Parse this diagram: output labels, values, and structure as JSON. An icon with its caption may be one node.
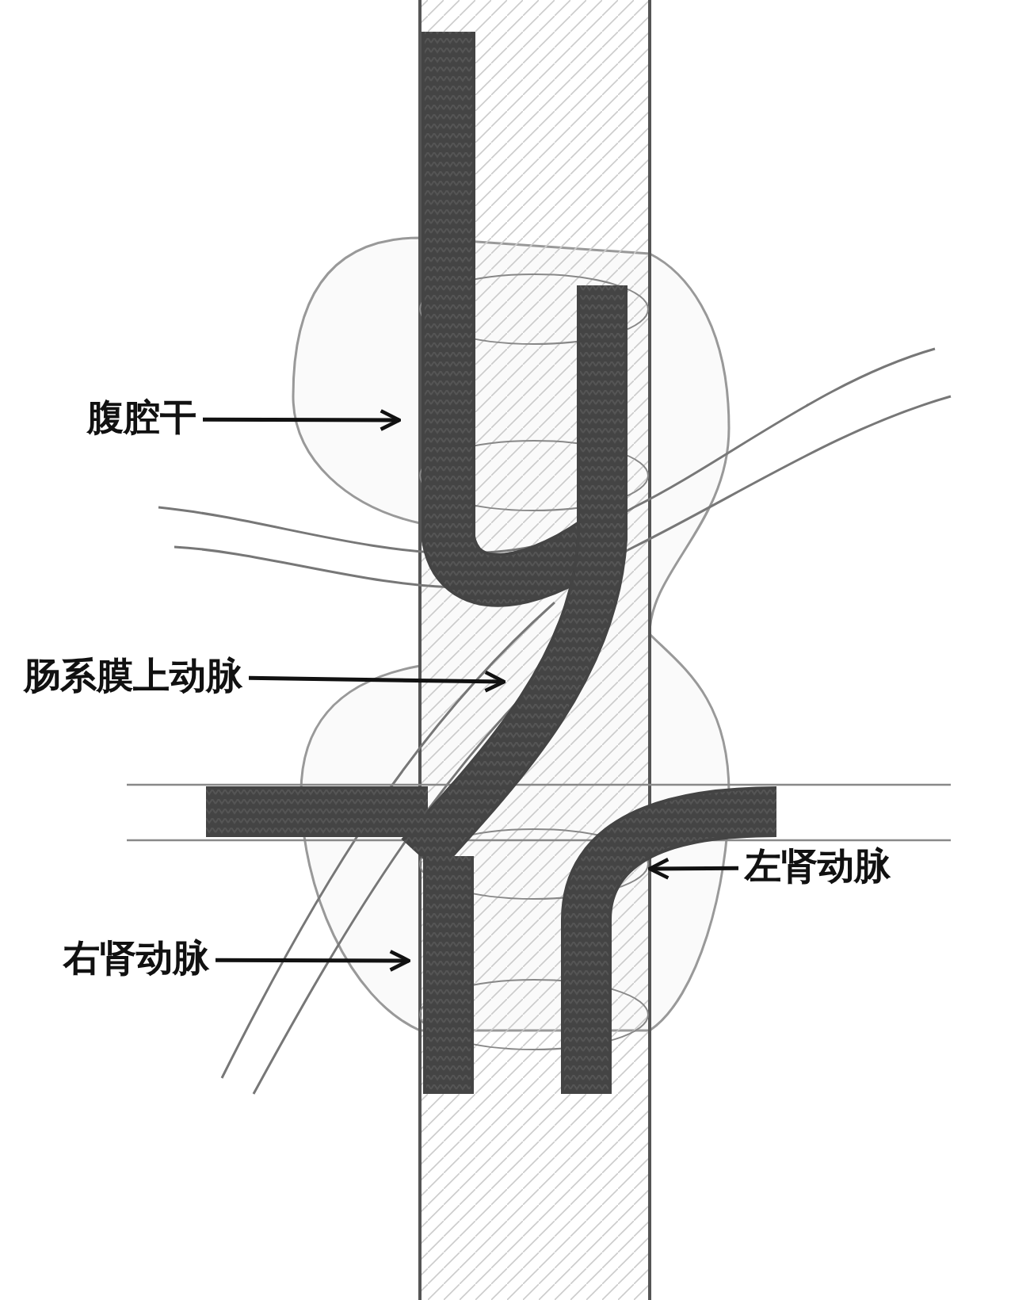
{
  "diagram": {
    "nodes": [
      {
        "text": [
          "腹腔干"
        ]
      },
      {
        "text": [
          "肠系膜上动脉"
        ]
      },
      {
        "text": [
          "左肾动脉"
        ]
      },
      {
        "text": [
          "右肾动脉"
        ]
      }
    ],
    "edges": [
      {
        "from": 0,
        "to": null,
        "arrow": "to"
      },
      {
        "from": 1,
        "to": null,
        "arrow": "to"
      },
      {
        "from": 2,
        "to": null,
        "arrow": "to"
      },
      {
        "from": 3,
        "to": null,
        "arrow": "to"
      }
    ]
  }
}
